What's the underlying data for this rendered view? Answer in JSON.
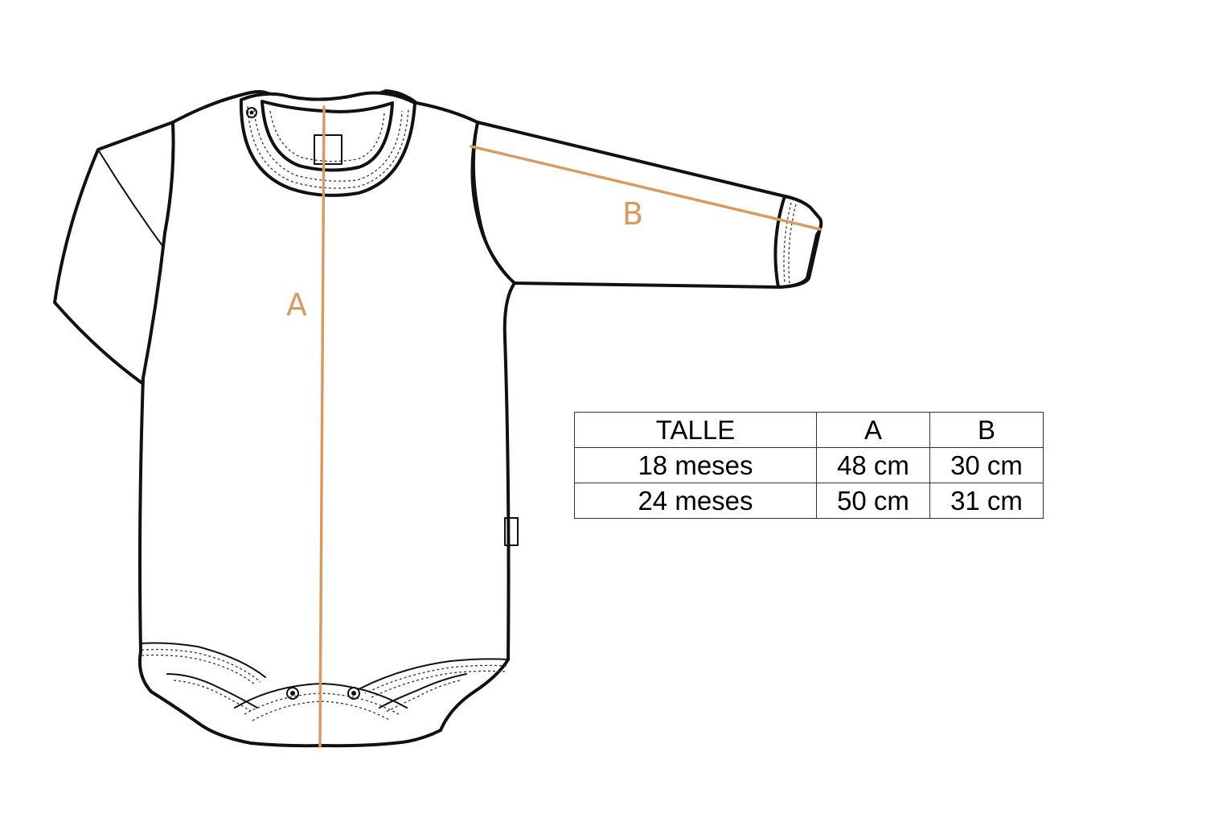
{
  "diagram": {
    "measure_color": "#D89A63",
    "labels": {
      "a": "A",
      "b": "B"
    }
  },
  "size_table": {
    "headers": [
      "TALLE",
      "A",
      "B"
    ],
    "rows": [
      [
        "18 meses",
        "48 cm",
        "30 cm"
      ],
      [
        "24 meses",
        "50 cm",
        "31 cm"
      ]
    ]
  }
}
